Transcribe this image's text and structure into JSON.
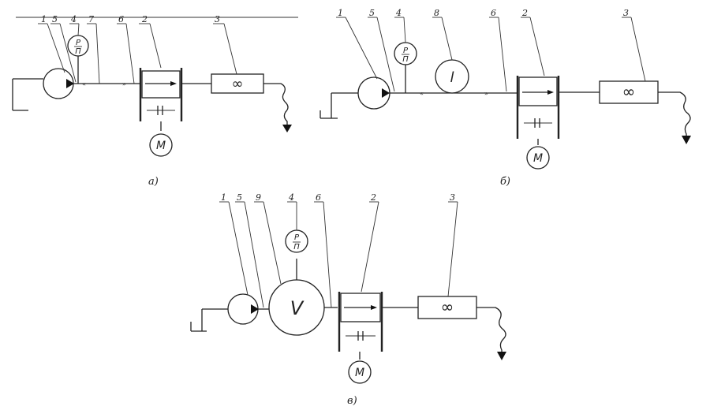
{
  "diagrams": {
    "a": {
      "caption": "а)",
      "callouts": [
        "1",
        "5",
        "4",
        "7",
        "6",
        "2",
        "3"
      ],
      "gauge": {
        "top": "P",
        "bottom": "П"
      },
      "motor": "M",
      "sink": "∞"
    },
    "b": {
      "caption": "б)",
      "callouts": [
        "1",
        "5",
        "4",
        "8",
        "6",
        "2",
        "3"
      ],
      "gauge": {
        "top": "P",
        "bottom": "П"
      },
      "length": "l",
      "motor": "M",
      "sink": "∞"
    },
    "c": {
      "caption": "в)",
      "callouts": [
        "1",
        "5",
        "9",
        "4",
        "6",
        "2",
        "3"
      ],
      "gauge": {
        "top": "P",
        "bottom": "П"
      },
      "volume": "V",
      "motor": "M",
      "sink": "∞"
    }
  }
}
